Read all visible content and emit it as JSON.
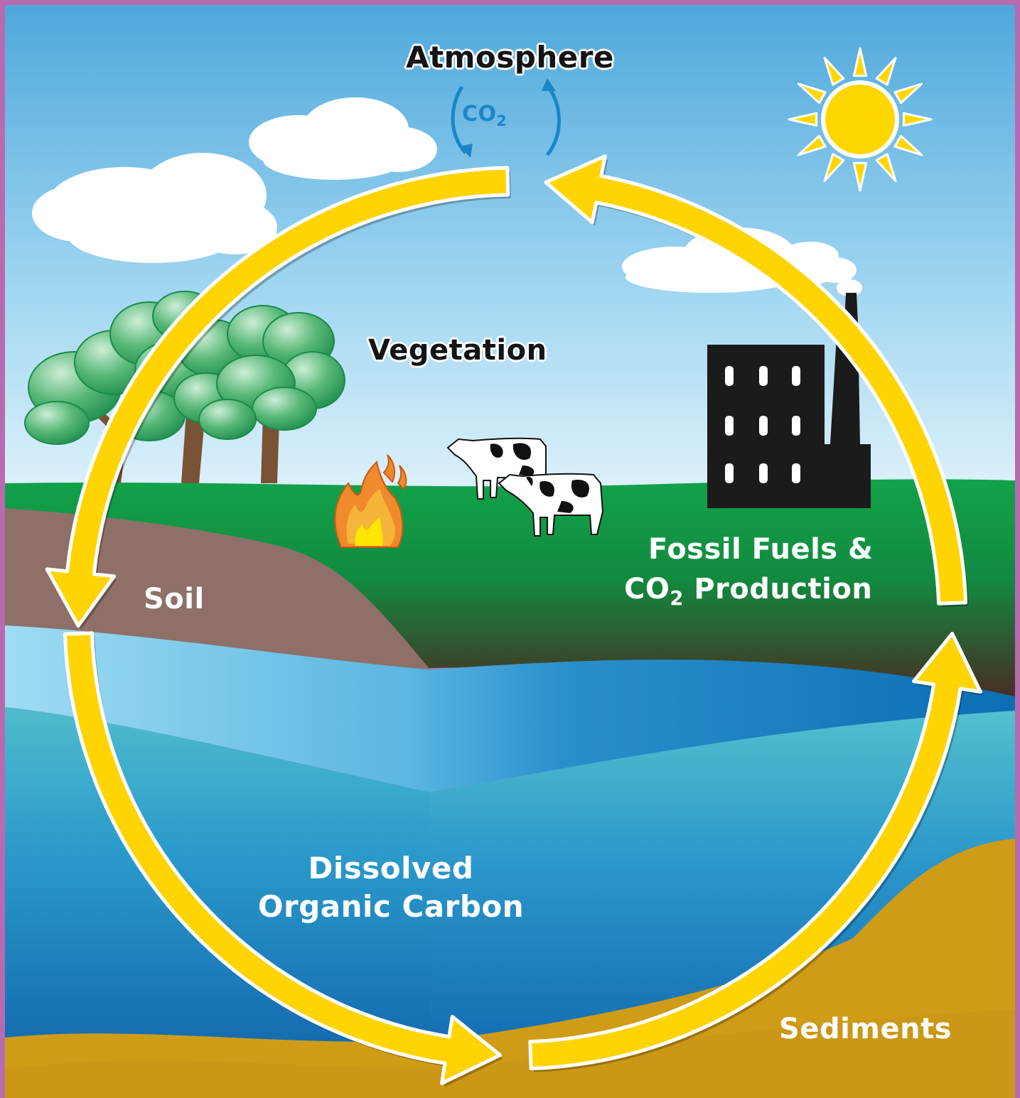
{
  "labels": {
    "atmosphere": "Atmosphere",
    "co2_main": "CO",
    "co2_sub": "2",
    "vegetation": "Vegetation",
    "fossil_line1": "Fossil Fuels &",
    "fossil_line2_prefix": "CO",
    "fossil_line2_sub": "2",
    "fossil_line2_suffix": " Production",
    "soil": "Soil",
    "dissolved_line1": "Dissolved",
    "dissolved_line2": "Organic Carbon",
    "sediments": "Sediments"
  },
  "colors": {
    "border": "#b86ab0",
    "sky_top": "#4ea8dc",
    "sky_bottom": "#e6f4fc",
    "grass": "#12a24a",
    "soil": "#8e7068",
    "water_light": "#56c2cf",
    "water_deep": "#1a7cc0",
    "sediment": "#cf9c18",
    "arrow_fill": "#ffd400",
    "arrow_outline": "#ffffff",
    "co2_blue": "#1a86c8",
    "factory": "#1b1b1b",
    "sun": "#ffd700"
  },
  "icons": [
    "sun-icon",
    "cloud-icon",
    "tree-icon",
    "fire-icon",
    "cow-icon",
    "factory-icon",
    "cycle-arrow-icon"
  ]
}
